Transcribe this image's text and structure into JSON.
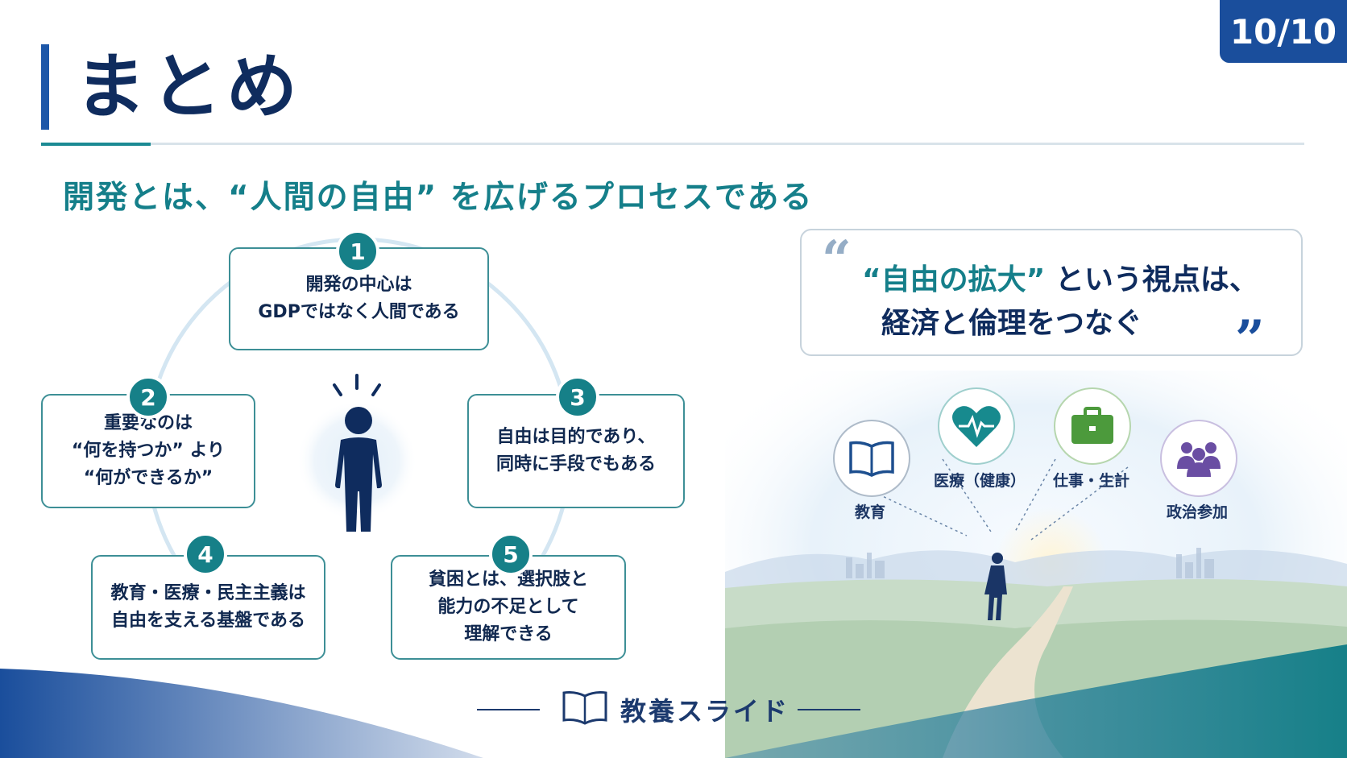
{
  "header": {
    "title": "まとめ",
    "page_indicator": "10/10",
    "subtitle": "開発とは、“人間の自由” を広げるプロセスである"
  },
  "points": [
    {
      "number": "1",
      "lines": [
        "開発の中心は",
        "GDPではなく人間である"
      ]
    },
    {
      "number": "2",
      "lines": [
        "重要なのは",
        "“何を持つか” より",
        "“何ができるか”"
      ]
    },
    {
      "number": "3",
      "lines": [
        "自由は目的であり、",
        "同時に手段でもある"
      ]
    },
    {
      "number": "4",
      "lines": [
        "教育・医療・民主主義は",
        "自由を支える基盤である"
      ]
    },
    {
      "number": "5",
      "lines": [
        "貧困とは、選択肢と",
        "能力の不足として",
        "理解できる"
      ]
    }
  ],
  "quote": {
    "open_mark": "“",
    "close_mark": "”",
    "highlight": "“自由の拡大”",
    "line1_rest": " という視点は、",
    "line2": "経済と倫理をつなぐ"
  },
  "pillars": [
    {
      "icon": "book-icon",
      "label": "教育",
      "color": "#1d4f8f"
    },
    {
      "icon": "heart-pulse-icon",
      "label": "医療（健康）",
      "color": "#178a8e"
    },
    {
      "icon": "briefcase-icon",
      "label": "仕事・生計",
      "color": "#4c9a3c"
    },
    {
      "icon": "people-icon",
      "label": "政治参加",
      "color": "#6a4ea3"
    }
  ],
  "footer": {
    "brand": "教養スライド"
  },
  "colors": {
    "navy": "#0f2c5e",
    "teal": "#168088",
    "blue": "#1a4e9c"
  }
}
